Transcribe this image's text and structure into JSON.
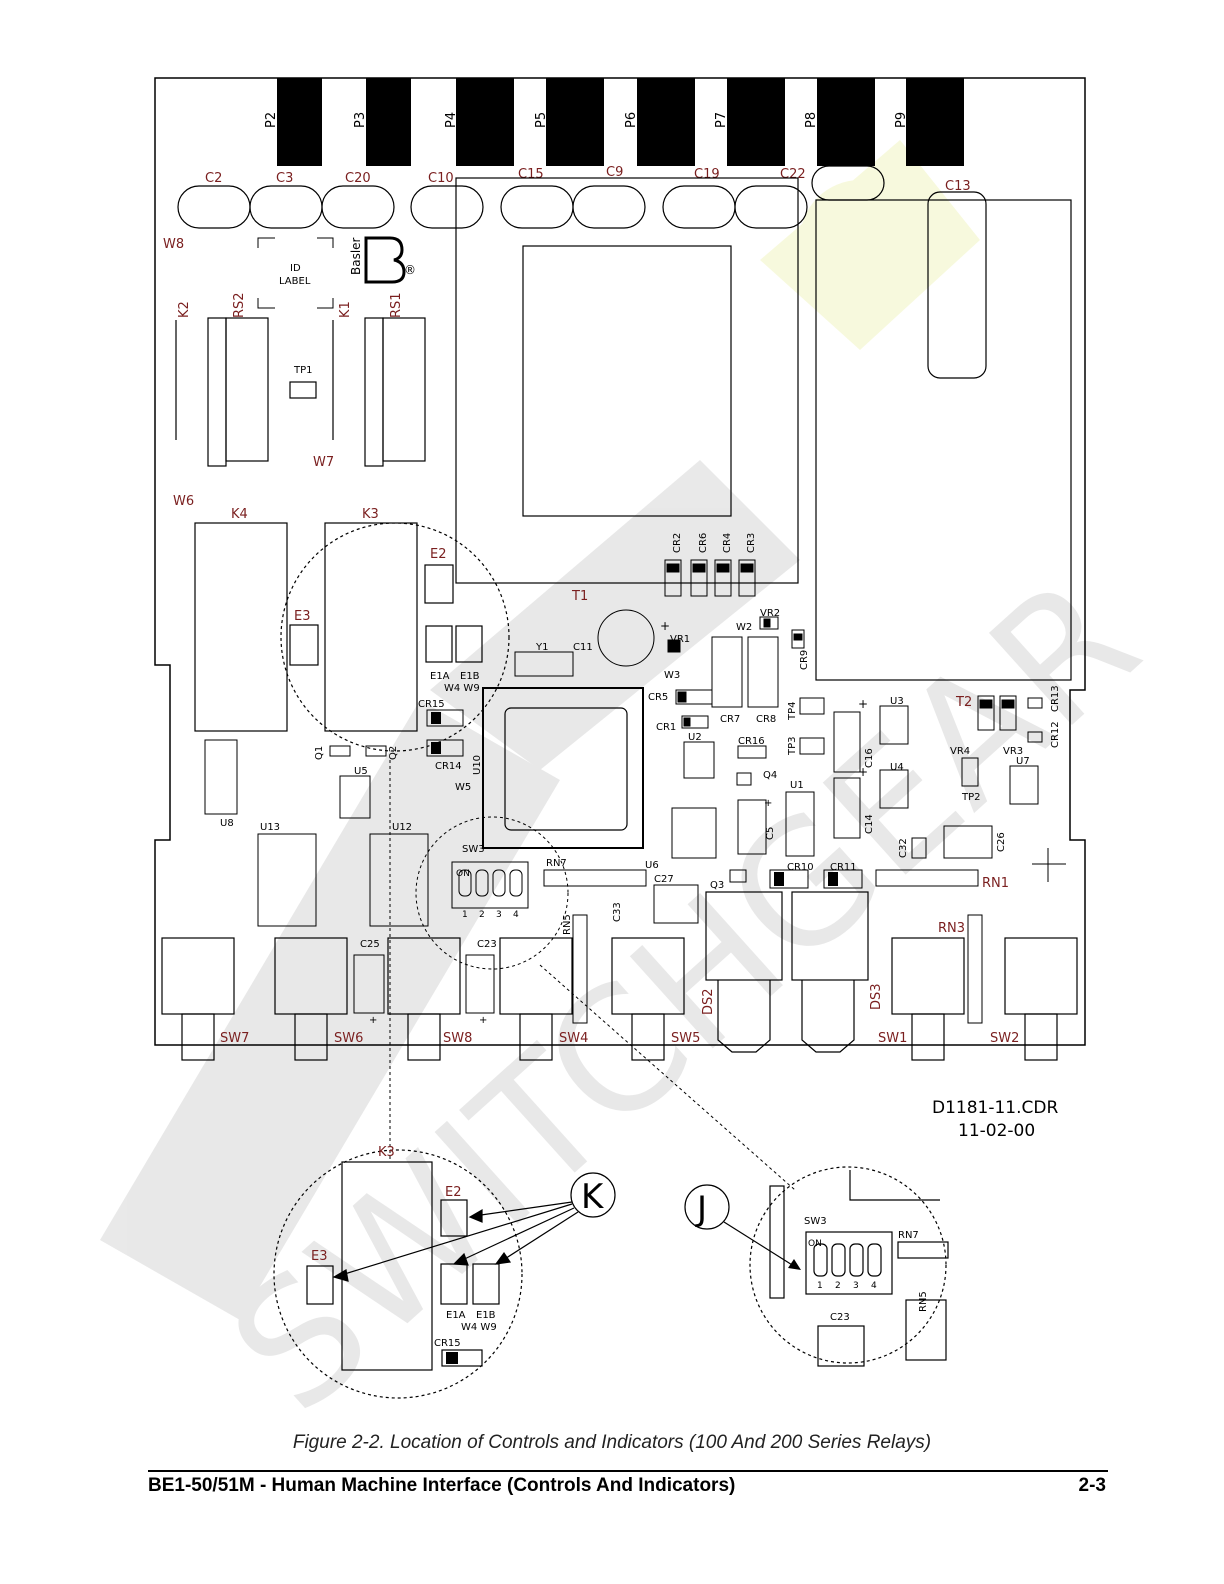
{
  "figure": {
    "connectors": [
      "P2",
      "P3",
      "P4",
      "P5",
      "P6",
      "P7",
      "P8",
      "P9"
    ],
    "capacitors_top": [
      "C2",
      "C3",
      "C20",
      "C10",
      "C15",
      "C9",
      "C19",
      "C22",
      "C13"
    ],
    "labels": {
      "w8": "W8",
      "w7": "W7",
      "w6": "W6",
      "w5": "W5",
      "w3": "W3",
      "w2": "W2",
      "id_label_1": "ID",
      "id_label_2": "LABEL",
      "logo_text": "Basler",
      "logo_reg": "®",
      "k1": "K1",
      "k2": "K2",
      "k3": "K3",
      "k4": "K4",
      "rs1": "RS1",
      "rs2": "RS2",
      "tp1": "TP1",
      "e2": "E2",
      "e3": "E3",
      "e1a": "E1A",
      "e1b": "E1B",
      "w4w9": "W4 W9",
      "cr15": "CR15",
      "cr14": "CR14",
      "q1": "Q1",
      "q2": "Q2",
      "u5": "U5",
      "u8": "U8",
      "u10": "U10",
      "u13": "U13",
      "u12": "U12",
      "sw3": "SW3",
      "on": "ON",
      "rn7": "RN7",
      "rn5": "RN5",
      "u6": "U6",
      "c27": "C27",
      "c33": "C33",
      "c25": "C25",
      "c23": "C23",
      "t1": "T1",
      "y1": "Y1",
      "c11": "C11",
      "vr1": "VR1",
      "vr2": "VR2",
      "cr2": "CR2",
      "cr6": "CR6",
      "cr4": "CR4",
      "cr3": "CR3",
      "cr9": "CR9",
      "cr5": "CR5",
      "cr1": "CR1",
      "cr7": "CR7",
      "cr8": "CR8",
      "u2": "U2",
      "cr16": "CR16",
      "q4": "Q4",
      "tp4": "TP4",
      "tp3": "TP3",
      "c16": "C16",
      "c14": "C14",
      "u3": "U3",
      "u4": "U4",
      "u1": "U1",
      "c5": "C5",
      "cr10": "CR10",
      "cr11": "CR11",
      "q3": "Q3",
      "t2": "T2",
      "cr13": "CR13",
      "cr12": "CR12",
      "vr4": "VR4",
      "vr3": "VR3",
      "u7": "U7",
      "tp2": "TP2",
      "c32": "C32",
      "c26": "C26",
      "rn1": "RN1",
      "rn3": "RN3",
      "ds2": "DS2",
      "ds3": "DS3",
      "sw7": "SW7",
      "sw6": "SW6",
      "sw8": "SW8",
      "sw4": "SW4",
      "sw5": "SW5",
      "sw1": "SW1",
      "sw2": "SW2",
      "plus": "+",
      "sw_pos_1": "1",
      "sw_pos_2": "2",
      "sw_pos_3": "3",
      "sw_pos_4": "4",
      "drawing_id": "D1181-11.CDR",
      "drawing_date": "11-02-00",
      "callout_k": "K",
      "callout_j": "J",
      "zoom_k3": "K3",
      "zoom_e2": "E2",
      "zoom_e3": "E3",
      "zoom_e1a": "E1A",
      "zoom_e1b": "E1B",
      "zoom_w4w9": "W4 W9",
      "zoom_cr15": "CR15",
      "zoom_sw3": "SW3",
      "zoom_on": "ON",
      "zoom_rn7": "RN7",
      "zoom_rn5": "RN5",
      "zoom_c23": "C23"
    },
    "watermark_logo_text": "SWITCHGEAR"
  },
  "caption": "Figure 2-2.  Location of Controls and Indicators (100 And 200 Series Relays)",
  "footer": {
    "left": "BE1-50/51M - Human Machine Interface (Controls And Indicators)",
    "right": "2-3"
  }
}
